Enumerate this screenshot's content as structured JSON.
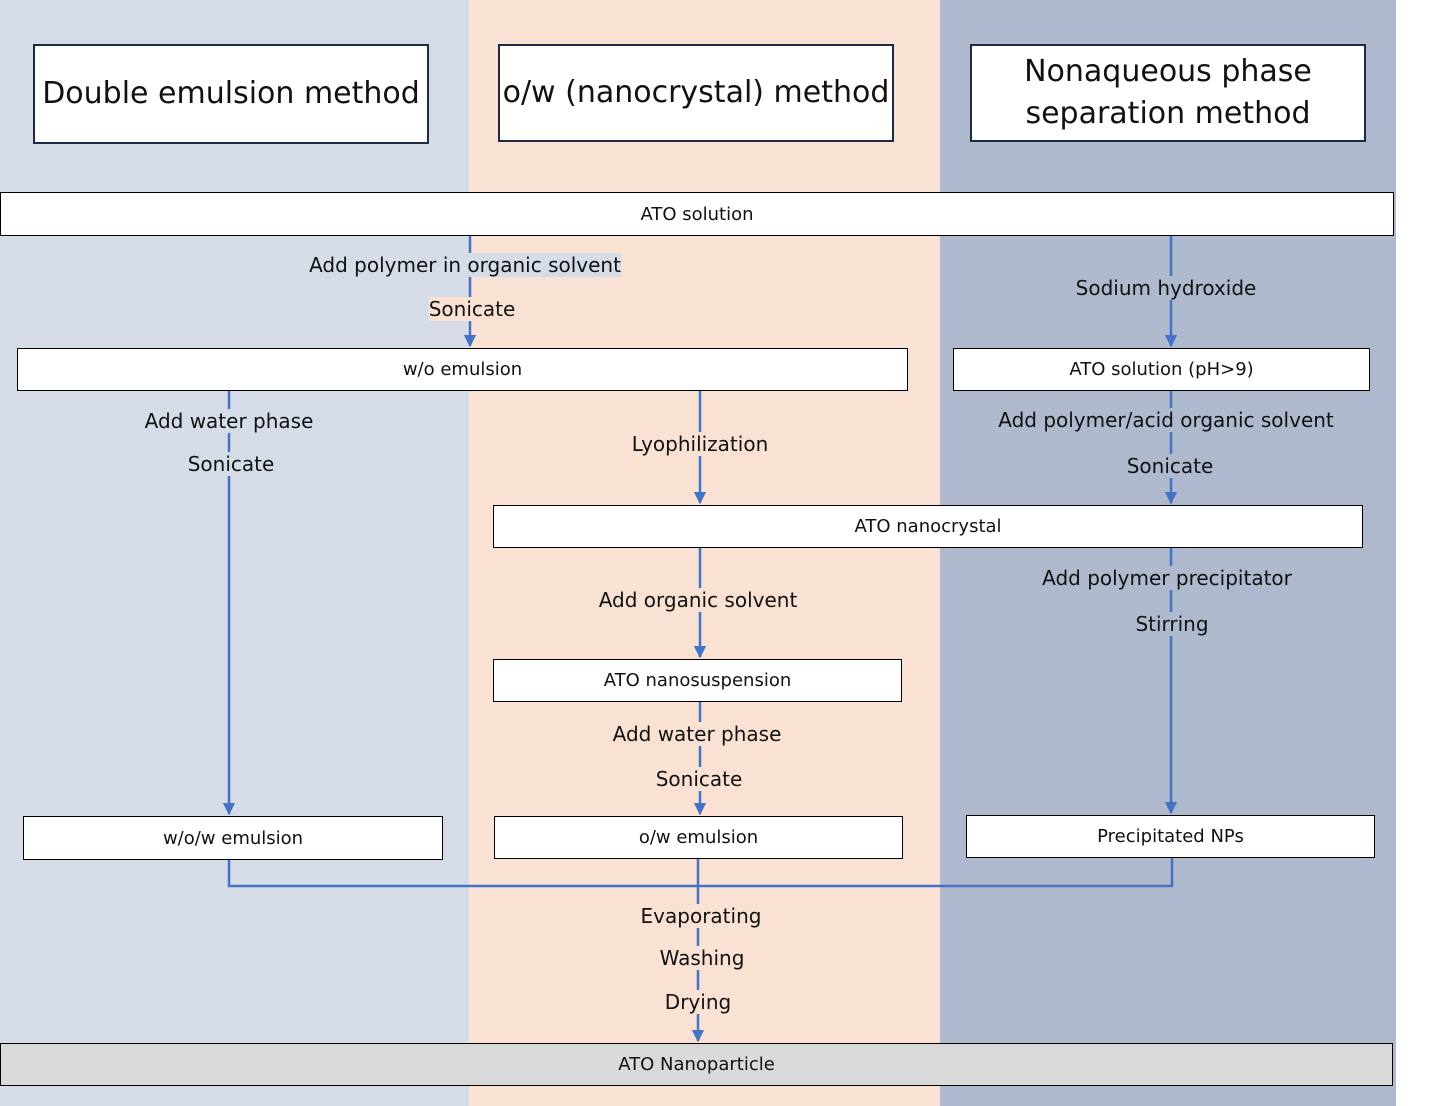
{
  "headers": {
    "double_emulsion": "Double emulsion method",
    "ow_nanocrystal": "o/w (nanocrystal) method",
    "nonaqueous": "Nonaqueous phase\nseparation method"
  },
  "boxes": {
    "ato_solution": "ATO solution",
    "wo_emulsion": "w/o emulsion",
    "ato_solution_ph": "ATO solution (pH>9)",
    "ato_nanocrystal": "ATO nanocrystal",
    "ato_nanosuspension": "ATO nanosuspension",
    "wow_emulsion": "w/o/w emulsion",
    "ow_emulsion": "o/w emulsion",
    "precipitated_nps": "Precipitated NPs",
    "ato_nanoparticle": "ATO Nanoparticle"
  },
  "steps": {
    "add_polymer_organic": "Add polymer in organic solvent",
    "sonicate_1": "Sonicate",
    "sodium_hydroxide": "Sodium hydroxide",
    "add_water_phase_1": "Add water phase",
    "sonicate_2": "Sonicate",
    "lyophilization": "Lyophilization",
    "add_polymer_acid": "Add polymer/acid organic solvent",
    "sonicate_3": "Sonicate",
    "add_organic_solvent": "Add organic solvent",
    "add_polymer_precipitator": "Add polymer precipitator",
    "stirring": "Stirring",
    "add_water_phase_2": "Add water phase",
    "sonicate_4": "Sonicate",
    "evaporating": "Evaporating",
    "washing": "Washing",
    "drying": "Drying"
  },
  "colors": {
    "lane_left": "#d5dce7",
    "lane_mid": "#f9e2d4",
    "lane_right": "#aeb9cd",
    "arrow": "#4472c4",
    "final_box": "#d9d9d9"
  }
}
